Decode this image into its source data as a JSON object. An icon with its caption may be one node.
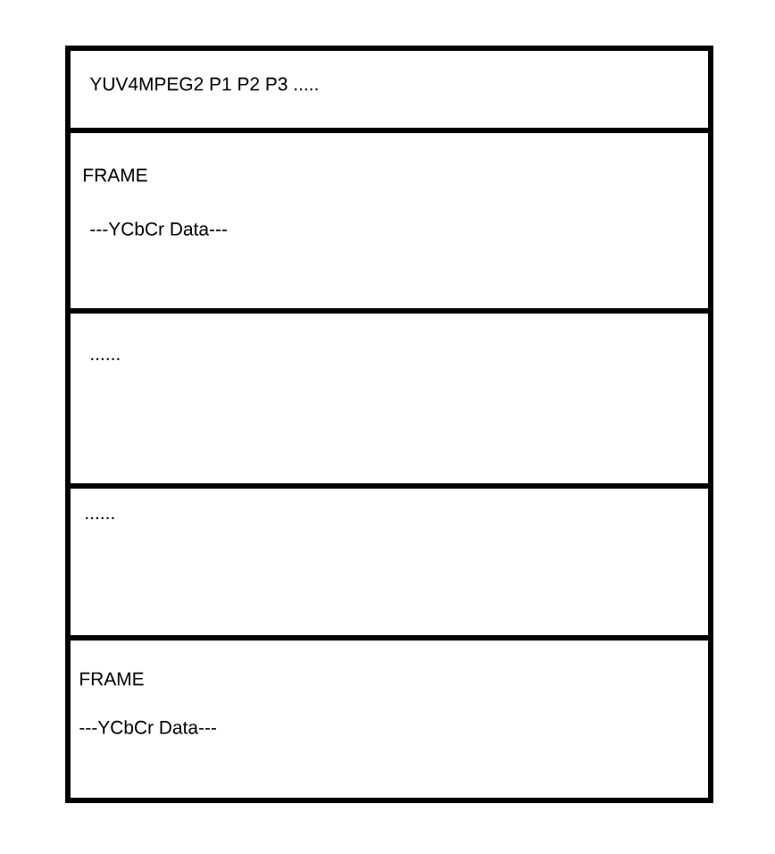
{
  "diagram": {
    "nodes": [
      {
        "text": [
          "YUV4MPEG2 P1 P2 P3 ....."
        ]
      },
      {
        "text": [
          "FRAME",
          "---YCbCr Data---"
        ]
      },
      {
        "text": [
          "......"
        ]
      },
      {
        "text": [
          "......"
        ]
      },
      {
        "text": [
          "FRAME",
          "---YCbCr Data---"
        ]
      }
    ]
  }
}
